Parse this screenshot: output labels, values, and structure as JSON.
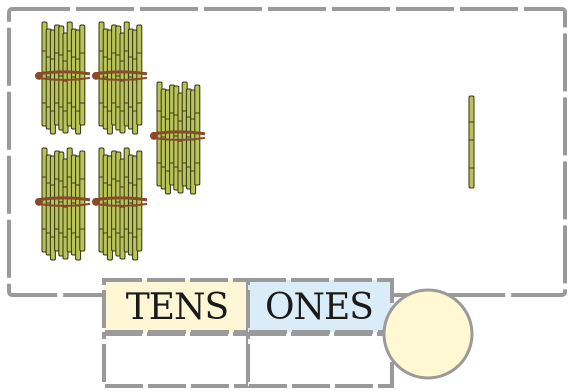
{
  "place_value_chart": {
    "tens_label": "TENS",
    "ones_label": "ONES",
    "tens_bundles_shown": 5,
    "single_sticks_shown": 1
  },
  "colors": {
    "frame_stroke": "#9a9a9a",
    "tens_cell_fill": "#fdf7d6",
    "ones_cell_fill": "#d9ecf7",
    "answer_circle_fill": "#fff8d2",
    "answer_circle_stroke": "#9a9a9a",
    "stick_fill": "#b9c35a",
    "stick_outline": "#2f3410",
    "band_color": "#8a4a2a"
  },
  "icons": {
    "bundle": "bundle-of-ten-sticks-icon",
    "stick": "single-stick-icon",
    "answer": "answer-circle"
  }
}
